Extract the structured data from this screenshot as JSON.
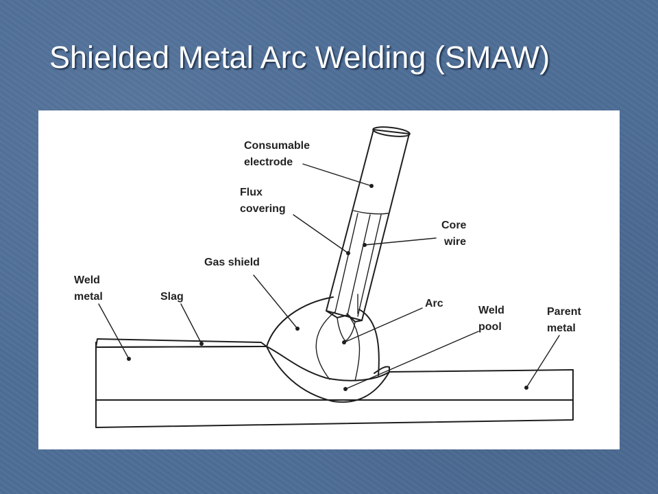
{
  "slide": {
    "title": "Shielded Metal Arc Welding (SMAW)"
  },
  "diagram": {
    "labels": {
      "consumable_electrode_line1": "Consumable",
      "consumable_electrode_line2": "electrode",
      "flux_covering_line1": "Flux",
      "flux_covering_line2": "covering",
      "core_wire_line1": "Core",
      "core_wire_line2": "wire",
      "gas_shield": "Gas shield",
      "weld_metal_line1": "Weld",
      "weld_metal_line2": "metal",
      "slag": "Slag",
      "arc": "Arc",
      "weld_pool_line1": "Weld",
      "weld_pool_line2": "pool",
      "parent_metal_line1": "Parent",
      "parent_metal_line2": "metal"
    }
  }
}
